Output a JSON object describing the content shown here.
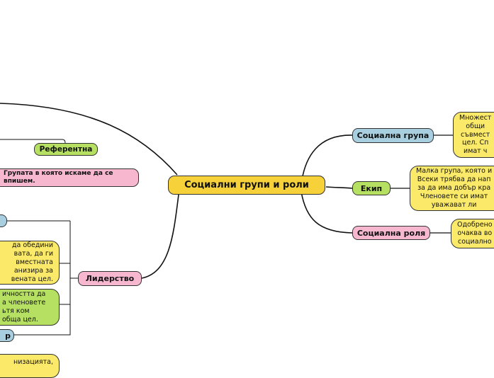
{
  "central": "Социални групи и роли",
  "right": {
    "social_group": {
      "label": "Социална група",
      "note": "Множест\nобщи\nсъвмест\nцел. Сп\nимат ч"
    },
    "team": {
      "label": "Екип",
      "note": "Малка група, която и\nВсеки трябва да нап\nза да има добър кра\nЧленовете си имат\nуважават ли"
    },
    "social_role": {
      "label": "Социална роля",
      "note": "Одобрено\nочаква во\nсоциално"
    }
  },
  "left": {
    "referent": {
      "label": "Референтна",
      "note": "Групата в която искаме да се\nвпишем."
    },
    "leadership": {
      "label": "Лидерство"
    },
    "note_yellow": "да обедини\nвата, да ги\nвместната\nанизира за\nвената цел.",
    "note_green": "ичността да\nа членовете\nьтя ком\nобща цел.",
    "partial_bottom": "р",
    "note_bottom": "низацията,"
  },
  "colors": {
    "central": "#f6d13a",
    "blue": "#a8cfe0",
    "green": "#b5e061",
    "pink": "#f7b8cf",
    "yellow": "#fbea6a"
  }
}
